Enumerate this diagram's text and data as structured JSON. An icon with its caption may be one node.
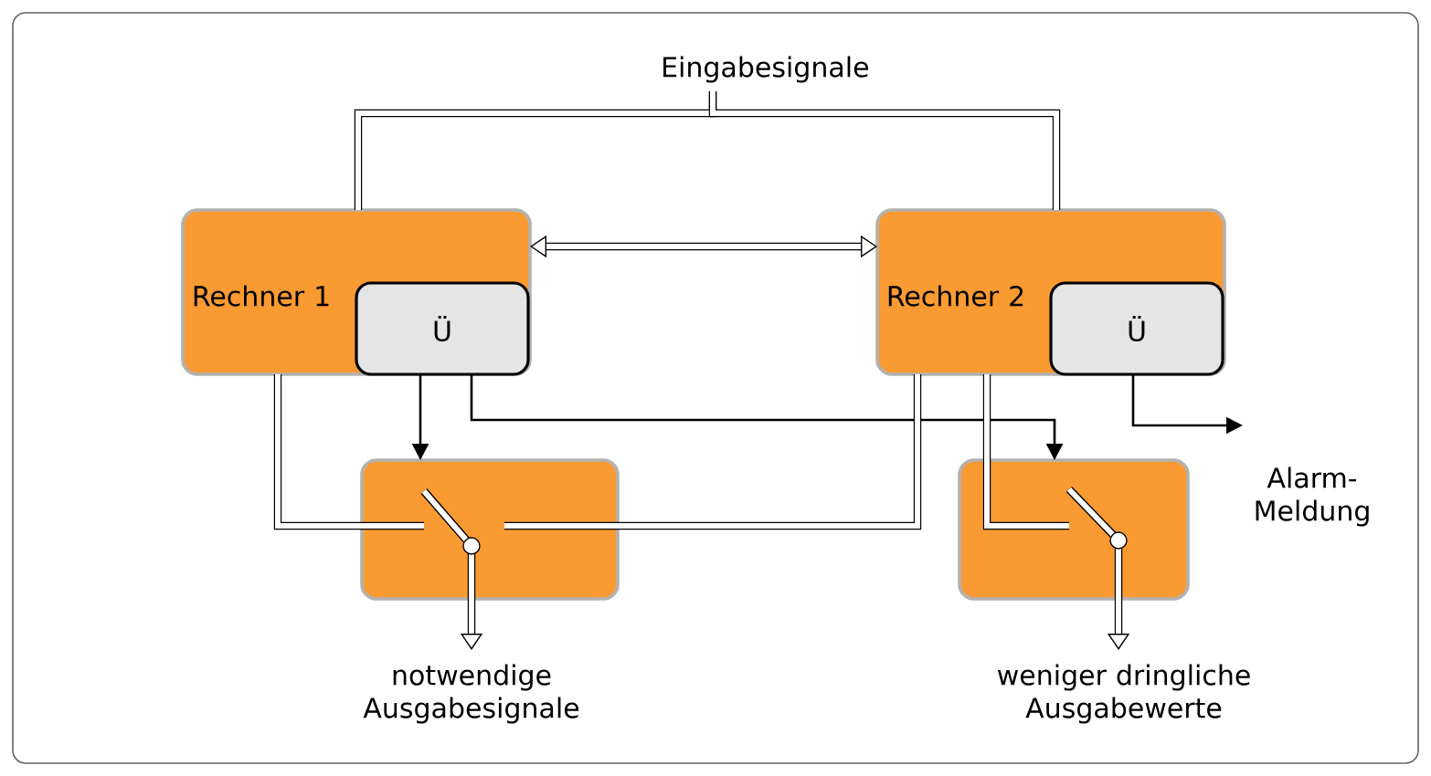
{
  "diagram": {
    "nodes": [
      {
        "text": [
          "Eingabesignale"
        ]
      },
      {
        "text": [
          "Rechner 1"
        ]
      },
      {
        "text": [
          "Ü"
        ],
        "in": 1
      },
      {
        "text": [
          "Rechner 2"
        ]
      },
      {
        "text": [
          "Ü"
        ],
        "in": 3
      },
      {
        "text": [],
        "shape": "box"
      },
      {
        "text": [],
        "shape": "box"
      },
      {
        "text": [
          "notwendige Ausgabesignale"
        ]
      },
      {
        "text": [
          "weniger dringliche Ausgabewerte"
        ]
      },
      {
        "text": [
          "Alarm- Meldung"
        ]
      }
    ],
    "edges": [
      {
        "from": 0,
        "to": 1,
        "arrow": "none"
      },
      {
        "from": 0,
        "to": 3,
        "arrow": "none"
      },
      {
        "from": 1,
        "to": 3,
        "arrow": "both"
      },
      {
        "from": 2,
        "to": 5,
        "arrow": "to",
        "color": "#000000"
      },
      {
        "from": 2,
        "to": 6,
        "arrow": "to",
        "color": "#000000"
      },
      {
        "from": 4,
        "to": 9,
        "arrow": "to",
        "color": "#000000"
      },
      {
        "from": 1,
        "to": 5,
        "arrow": "none"
      },
      {
        "from": 3,
        "to": 5,
        "arrow": "none"
      },
      {
        "from": 3,
        "to": 6,
        "arrow": "none"
      },
      {
        "from": 5,
        "to": 7,
        "arrow": "to"
      },
      {
        "from": 6,
        "to": 8,
        "arrow": "to"
      }
    ]
  }
}
